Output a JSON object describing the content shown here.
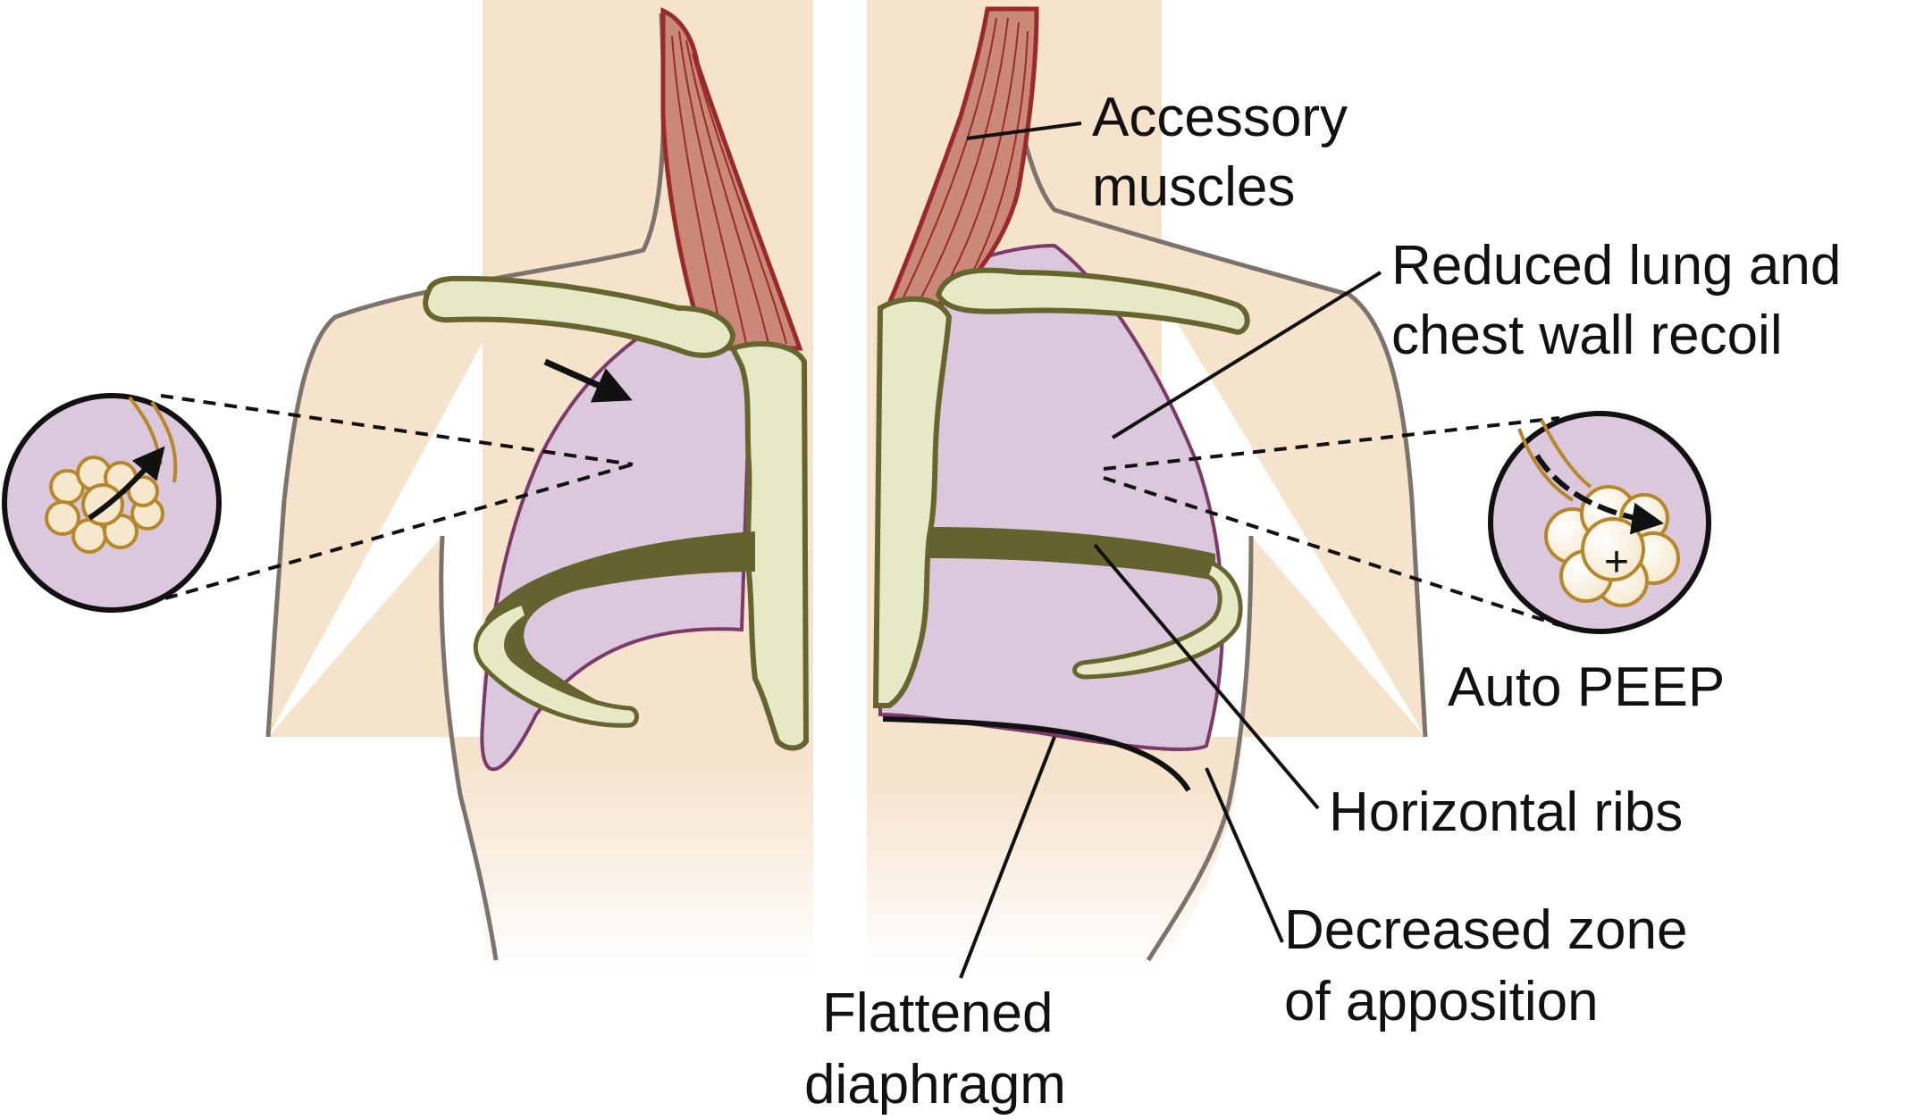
{
  "labels": {
    "accessory_muscles": [
      "Accessory",
      "muscles"
    ],
    "reduced_recoil": [
      "Reduced lung and",
      "chest wall recoil"
    ],
    "auto_peep": "Auto PEEP",
    "horizontal_ribs": "Horizontal ribs",
    "decreased_zone": [
      "Decreased zone",
      "of apposition"
    ],
    "flattened_diaphragm": [
      "Flattened",
      "diaphragm"
    ],
    "plus_sign": "+"
  },
  "colors": {
    "skin": "#f6e3cc",
    "body_outline": "#7b736c",
    "lung": "#dcc8dc",
    "lung_outline": "#7b3a6a",
    "muscle": "#c98878",
    "muscle_outline": "#9a2a2a",
    "bone": "#e7e8c6",
    "bone_outline": "#66652f",
    "rib_band": "#646330",
    "alveoli_fill": "#f5e8cc",
    "alveoli_outline": "#b6872a",
    "line": "#111111"
  }
}
